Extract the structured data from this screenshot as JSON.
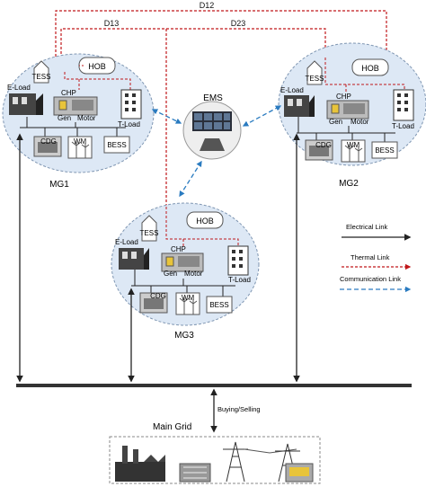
{
  "links": {
    "d12": "D12",
    "d13": "D13",
    "d23": "D23"
  },
  "ems": {
    "label": "EMS"
  },
  "labels": {
    "hob": "HOB",
    "tess": "TESS",
    "eload": "E-Load",
    "chp": "CHP",
    "gen": "Gen",
    "motor": "Motor",
    "tload": "T-Load",
    "cdg": "CDG",
    "wm": "WM",
    "bess": "BESS"
  },
  "microgrids": {
    "mg1": "MG1",
    "mg2": "MG2",
    "mg3": "MG3"
  },
  "legend": {
    "electrical": "Electrical Link",
    "thermal": "Thermal Link",
    "communication": "Communication Link"
  },
  "grid": {
    "exchange": "Buying/Selling",
    "main": "Main Grid"
  },
  "colors": {
    "electrical": "#222222",
    "thermal": "#c0181b",
    "communication": "#2a7bc0",
    "cloud_fill": "#dde8f5",
    "cloud_stroke": "#7f96b2"
  }
}
